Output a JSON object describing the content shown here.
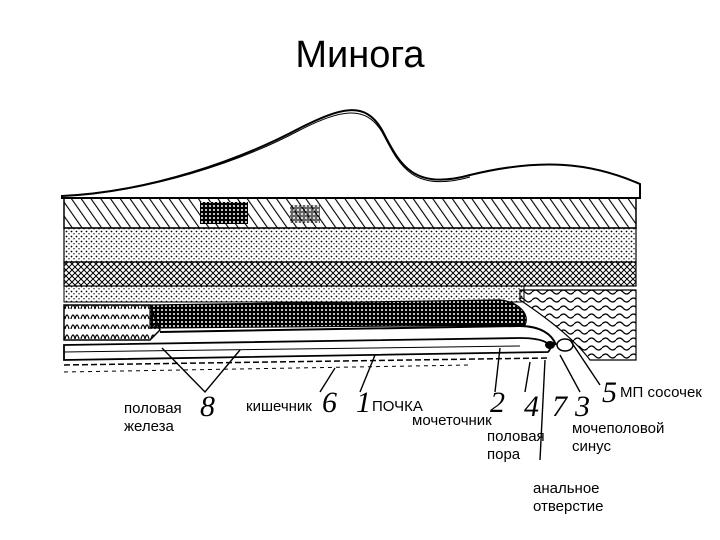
{
  "title": "Минога",
  "labels": {
    "gonad": "половая\nжелеза",
    "intestine": "кишечник",
    "kidney": "ПОЧКА",
    "ureter": "мочеточник",
    "genital_pore": "половая\nпора",
    "papilla": "МП сосочек",
    "urogenital_sinus": "мочеполовой\nсинус",
    "anus": "анальное\nотверстие"
  },
  "numbers": {
    "n8": "8",
    "n6": "6",
    "n1": "1",
    "n2": "2",
    "n4": "4",
    "n7": "7",
    "n3": "3",
    "n5": "5"
  },
  "colors": {
    "ink": "#000000",
    "paper": "#ffffff"
  }
}
